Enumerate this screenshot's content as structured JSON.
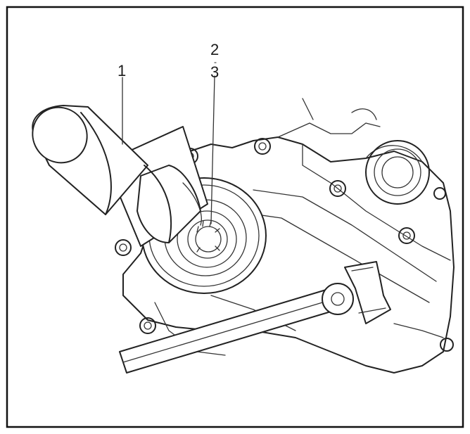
{
  "callouts": [
    {
      "id": "1",
      "label": "1"
    },
    {
      "id": "2",
      "label": "2"
    },
    {
      "id": "3",
      "label": "3"
    }
  ],
  "colors": {
    "ink": "#222222",
    "paper": "#ffffff"
  }
}
